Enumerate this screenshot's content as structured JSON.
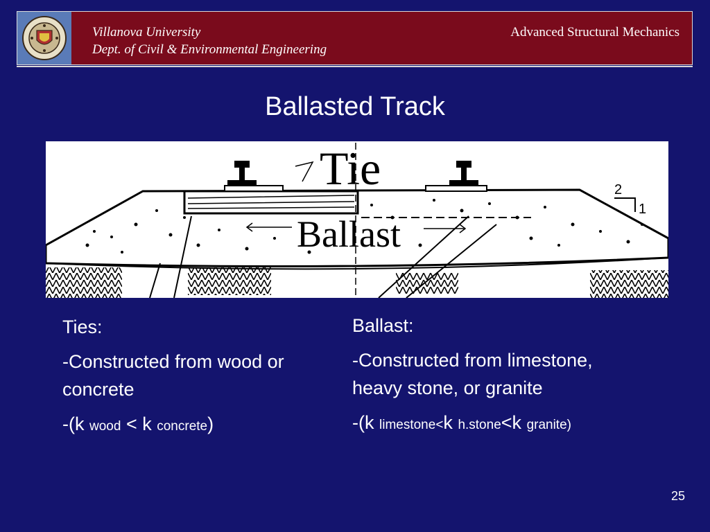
{
  "header": {
    "university": "Villanova University",
    "department": "Dept. of Civil & Environmental Engineering",
    "course": "Advanced Structural Mechanics",
    "seal_icon": "university-seal-icon"
  },
  "slide": {
    "title": "Ballasted Track",
    "page_number": "25"
  },
  "figure": {
    "label_tie": "Tie",
    "label_ballast": "Ballast",
    "label_2": "2",
    "label_1": "1"
  },
  "left_column": {
    "heading": "Ties:",
    "line1": "-Constructed from wood or concrete",
    "rel_open": "-(k",
    "rel_sub1": "wood",
    "rel_mid": "< k",
    "rel_sub2": "concrete",
    "rel_close": ")"
  },
  "right_column": {
    "heading": "Ballast:",
    "line1": "-Constructed from limestone, heavy stone, or granite",
    "rel_open": "-(k",
    "rel_sub1": "limestone<",
    "rel_mid": "k",
    "rel_sub2": "h.stone",
    "rel_lt": "<k",
    "rel_sub3": "granite)"
  },
  "colors": {
    "background": "#14146e",
    "header": "#7a0b1c",
    "text": "#ffffff"
  }
}
